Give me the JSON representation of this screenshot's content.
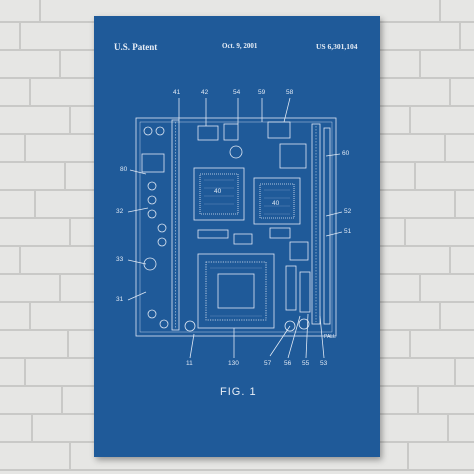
{
  "patent": {
    "left": "U.S. Patent",
    "date": "Oct. 9, 2001",
    "number": "US 6,301,104"
  },
  "figure_label": "FIG. 1",
  "reference_numbers": {
    "n41": "41",
    "n42": "42",
    "n54": "54",
    "n59": "59",
    "n58": "58",
    "n60": "60",
    "n80": "80",
    "n32": "32",
    "n52": "52",
    "n51": "51",
    "n33": "33",
    "n31": "31",
    "n11": "11",
    "n130": "130",
    "n57": "57",
    "n56": "56",
    "n55": "55",
    "n53": "53",
    "n40a": "40",
    "n40b": "40",
    "pall": "PALL"
  },
  "colors": {
    "poster_blue": "#1f5a99",
    "line_white": "#dfe8f4",
    "wall_brick": "#e4e4e2"
  }
}
